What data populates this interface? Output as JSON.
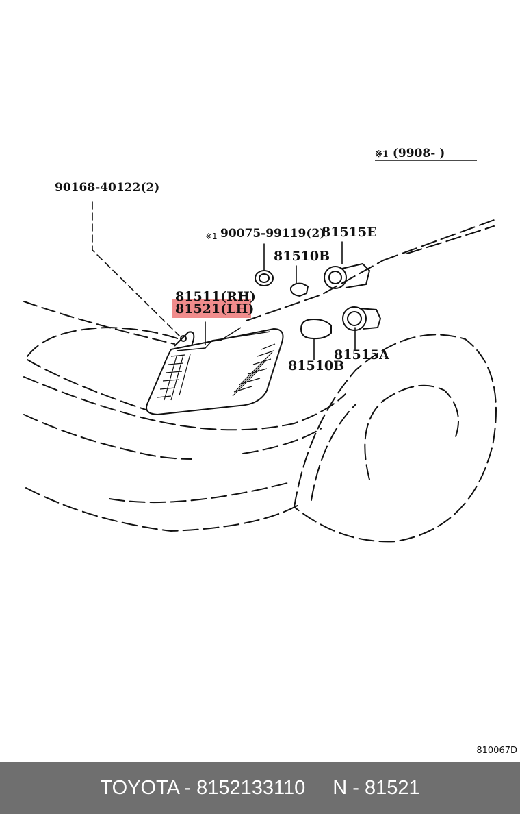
{
  "diagram": {
    "note": {
      "mark": "※1",
      "text": "(9908-        )"
    },
    "labels": {
      "screw": "90168-40122(2)",
      "note_mark": "※1",
      "gasket": "90075-99119(2)",
      "socket_e": "81515E",
      "bulb_b_top": "81510B",
      "part_rh": "81511(RH)",
      "part_lh": "81521(LH)",
      "bulb_b_bottom": "81510B",
      "socket_a": "81515A"
    },
    "ref_code": "810067D"
  },
  "footer": {
    "brand_part": "TOYOTA - 8152133110",
    "n_part": "N - 81521"
  }
}
